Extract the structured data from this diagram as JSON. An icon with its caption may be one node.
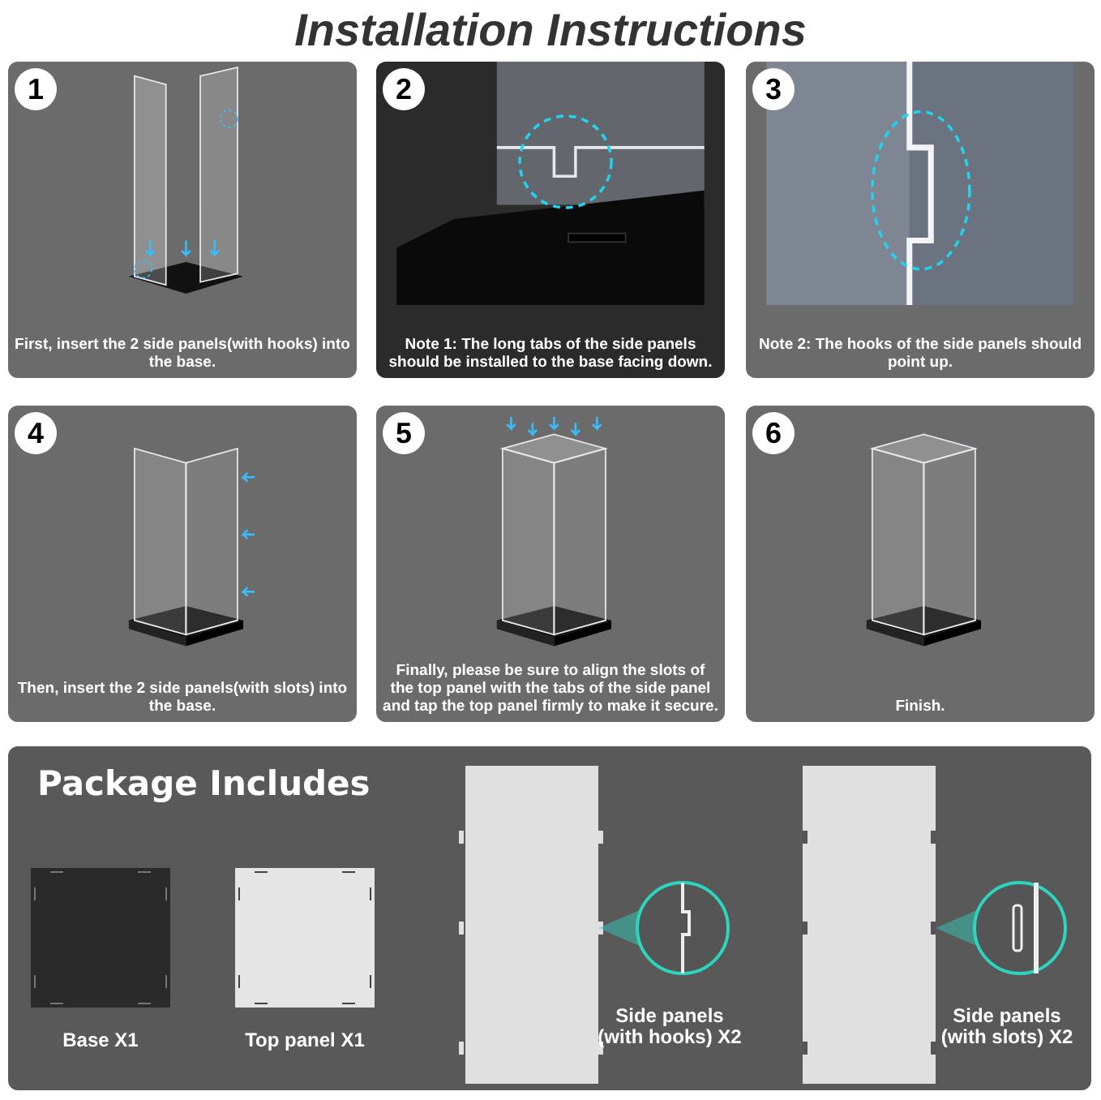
{
  "diagram": {
    "title": "Installation Instructions",
    "nodes": [
      {
        "text": [
          "1",
          "First, insert the 2 side panels(with hooks) into the base."
        ]
      },
      {
        "text": [
          "2",
          "Note 1: The long tabs of the side panels should be installed to the base facing down."
        ]
      },
      {
        "text": [
          "3",
          "Note 2: The hooks of the side panels should point up."
        ]
      },
      {
        "text": [
          "4",
          "Then, insert the 2 side panels(with slots) into the base."
        ]
      },
      {
        "text": [
          "5",
          "Finally, please be sure to align the slots of the top panel with the tabs of the side panel and tap the top panel firmly to make it secure."
        ]
      },
      {
        "text": [
          "6",
          "Finish."
        ]
      },
      {
        "text": [
          "Package Includes"
        ]
      },
      {
        "text": [
          "Base X1"
        ],
        "in": 6
      },
      {
        "text": [
          "Top panel X1"
        ],
        "in": 6
      },
      {
        "text": [
          "Side panels (with hooks) X2"
        ],
        "in": 6
      },
      {
        "text": [
          "Side panels (with slots) X2"
        ],
        "in": 6
      }
    ]
  }
}
